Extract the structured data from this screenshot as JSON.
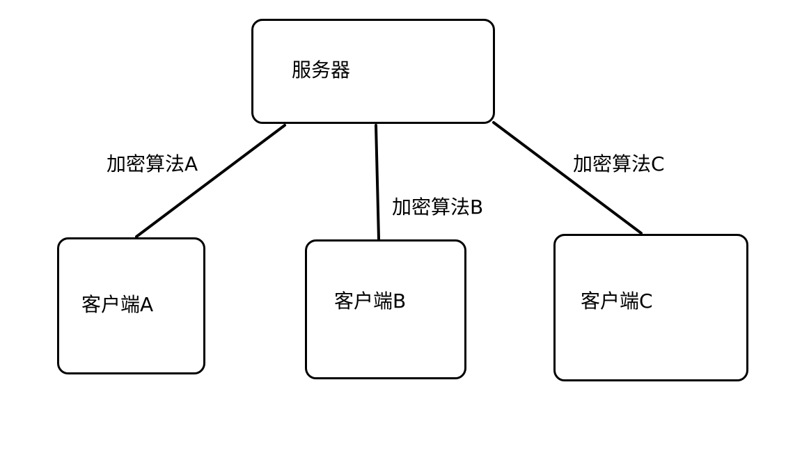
{
  "diagram": {
    "nodes": {
      "server": "服务器",
      "client_a": "客户端A",
      "client_b": "客户端B",
      "client_c": "客户端C"
    },
    "edges": [
      {
        "from": "server",
        "to": "client_a",
        "label": "加密算法A"
      },
      {
        "from": "server",
        "to": "client_b",
        "label": "加密算法B"
      },
      {
        "from": "server",
        "to": "client_c",
        "label": "加密算法C"
      }
    ],
    "colors": {
      "stroke": "#000000",
      "background": "#ffffff",
      "text": "#000000"
    }
  }
}
